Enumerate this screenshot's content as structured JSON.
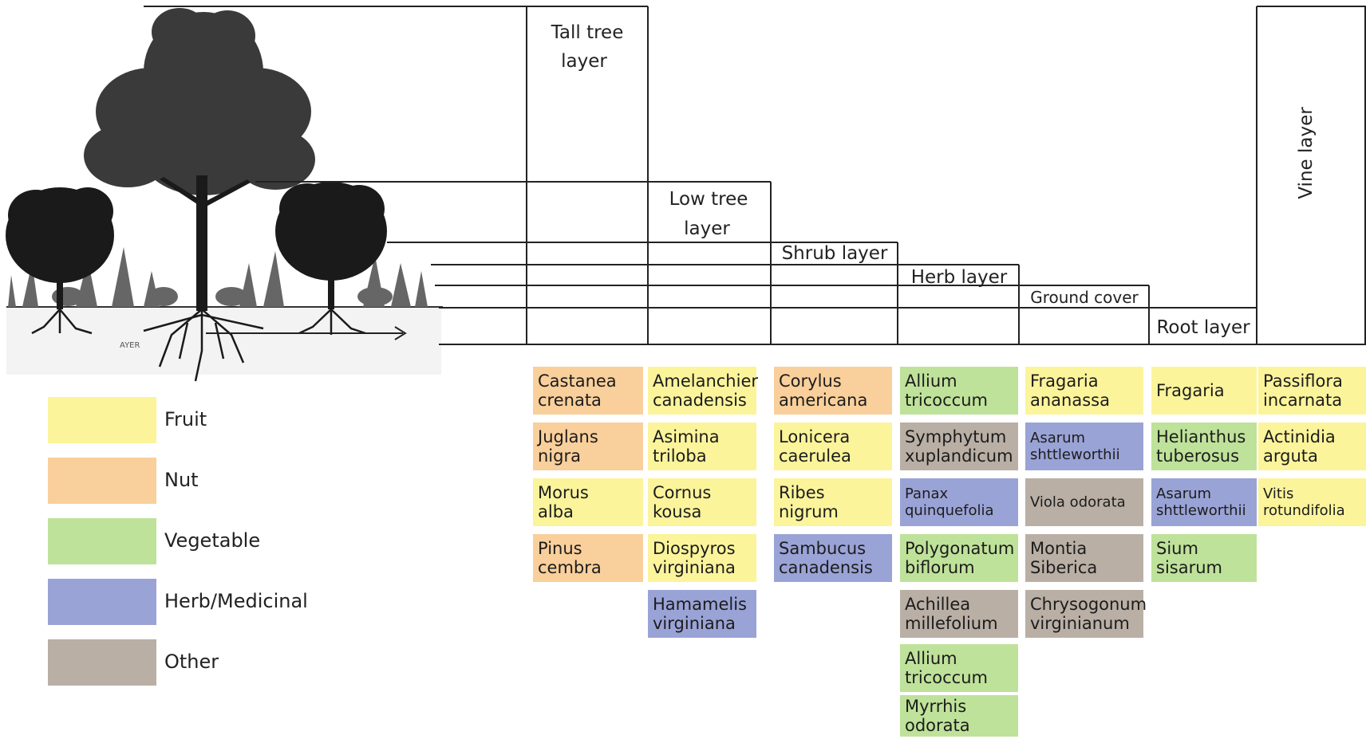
{
  "diagram": {
    "layers": [
      {
        "id": "tall-tree",
        "label_lines": [
          "Tall tree",
          "layer"
        ]
      },
      {
        "id": "low-tree",
        "label_lines": [
          "Low tree",
          "layer"
        ]
      },
      {
        "id": "shrub",
        "label_lines": [
          "Shrub layer"
        ]
      },
      {
        "id": "herb",
        "label_lines": [
          "Herb layer"
        ]
      },
      {
        "id": "ground-cover",
        "label_lines": [
          "Ground cover"
        ]
      },
      {
        "id": "root",
        "label_lines": [
          "Root layer"
        ]
      },
      {
        "id": "vine",
        "label_lines": [
          "Vine layer"
        ]
      }
    ],
    "illustration_caption": "AYER"
  },
  "legend": [
    {
      "label": "Fruit",
      "color": "#fbf49b"
    },
    {
      "label": "Nut",
      "color": "#f9cf9b"
    },
    {
      "label": "Vegetable",
      "color": "#bfe29a"
    },
    {
      "label": "Herb/Medicinal",
      "color": "#9aa3d6"
    },
    {
      "label": "Other",
      "color": "#b9afa5"
    }
  ],
  "columns": [
    {
      "layer": "tall-tree",
      "plants": [
        {
          "lines": [
            "Castanea",
            "crenata"
          ],
          "category": "Nut"
        },
        {
          "lines": [
            "Juglans",
            "nigra"
          ],
          "category": "Nut"
        },
        {
          "lines": [
            "Morus",
            "alba"
          ],
          "category": "Fruit"
        },
        {
          "lines": [
            "Pinus",
            "cembra"
          ],
          "category": "Nut"
        }
      ]
    },
    {
      "layer": "low-tree",
      "plants": [
        {
          "lines": [
            "Amelanchier",
            "canadensis"
          ],
          "category": "Fruit"
        },
        {
          "lines": [
            "Asimina",
            "triloba"
          ],
          "category": "Fruit"
        },
        {
          "lines": [
            "Cornus",
            "kousa"
          ],
          "category": "Fruit"
        },
        {
          "lines": [
            "Diospyros",
            "virginiana"
          ],
          "category": "Fruit"
        },
        {
          "lines": [
            "Hamamelis",
            "virginiana"
          ],
          "category": "Herb/Medicinal"
        }
      ]
    },
    {
      "layer": "shrub",
      "plants": [
        {
          "lines": [
            "Corylus",
            "americana"
          ],
          "category": "Nut"
        },
        {
          "lines": [
            "Lonicera",
            "caerulea"
          ],
          "category": "Fruit"
        },
        {
          "lines": [
            "Ribes",
            "nigrum"
          ],
          "category": "Fruit"
        },
        {
          "lines": [
            "Sambucus",
            "canadensis"
          ],
          "category": "Herb/Medicinal"
        }
      ]
    },
    {
      "layer": "herb",
      "plants": [
        {
          "lines": [
            "Allium",
            "tricoccum"
          ],
          "category": "Vegetable"
        },
        {
          "lines": [
            "Symphytum",
            "xuplandicum"
          ],
          "category": "Other"
        },
        {
          "lines": [
            "Panax",
            "quinquefolia"
          ],
          "category": "Herb/Medicinal"
        },
        {
          "lines": [
            "Polygonatum",
            "biflorum"
          ],
          "category": "Vegetable"
        },
        {
          "lines": [
            "Achillea",
            "millefolium"
          ],
          "category": "Other"
        },
        {
          "lines": [
            "Allium",
            "tricoccum"
          ],
          "category": "Vegetable"
        },
        {
          "lines": [
            "Myrrhis",
            "odorata"
          ],
          "category": "Vegetable"
        }
      ]
    },
    {
      "layer": "ground-cover",
      "plants": [
        {
          "lines": [
            "Fragaria",
            "ananassa"
          ],
          "category": "Fruit"
        },
        {
          "lines": [
            "Asarum",
            "shttleworthii"
          ],
          "category": "Herb/Medicinal"
        },
        {
          "lines": [
            "Viola odorata"
          ],
          "category": "Other"
        },
        {
          "lines": [
            "Montia",
            "Siberica"
          ],
          "category": "Other"
        },
        {
          "lines": [
            "Chrysogonum",
            "virginianum"
          ],
          "category": "Other"
        }
      ]
    },
    {
      "layer": "root",
      "plants": [
        {
          "lines": [
            "Fragaria"
          ],
          "category": "Fruit"
        },
        {
          "lines": [
            "Helianthus",
            "tuberosus"
          ],
          "category": "Vegetable"
        },
        {
          "lines": [
            "Asarum",
            "shttleworthii"
          ],
          "category": "Herb/Medicinal"
        },
        {
          "lines": [
            "Sium",
            "sisarum"
          ],
          "category": "Vegetable"
        }
      ]
    },
    {
      "layer": "vine",
      "plants": [
        {
          "lines": [
            "Passiflora",
            "incarnata"
          ],
          "category": "Fruit"
        },
        {
          "lines": [
            "Actinidia",
            "arguta"
          ],
          "category": "Fruit"
        },
        {
          "lines": [
            "Vitis",
            "rotundifolia"
          ],
          "category": "Fruit"
        }
      ]
    }
  ]
}
